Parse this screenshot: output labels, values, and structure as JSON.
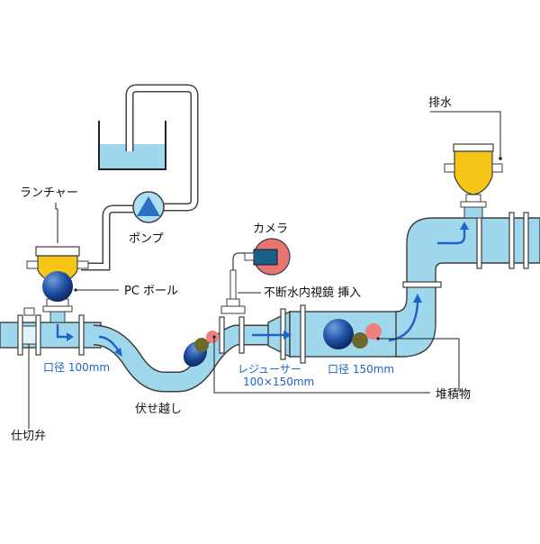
{
  "labels": {
    "launcher": "ランチャー",
    "pump": "ポンプ",
    "pc_ball": "PC ボール",
    "diameter_100": "口径 100mm",
    "gate_valve": "仕切弁",
    "inverted_siphon": "伏せ越し",
    "camera": "カメラ",
    "insertion_scope": "不断水内視鏡 挿入",
    "reducer_line1": "レジューサー",
    "reducer_line2": "100×150mm",
    "diameter_150": "口径 150mm",
    "deposits": "堆積物",
    "drain": "排水"
  },
  "colors": {
    "pipe_water": "#9fd8ec",
    "flow_arrow": "#1f63c8",
    "launcher_yellow": "#f5c518",
    "ball_blue": "#1f4fa0",
    "camera_red": "#e97474",
    "deposit_pink": "#f08080",
    "deposit_olive": "#6b6a2a"
  }
}
